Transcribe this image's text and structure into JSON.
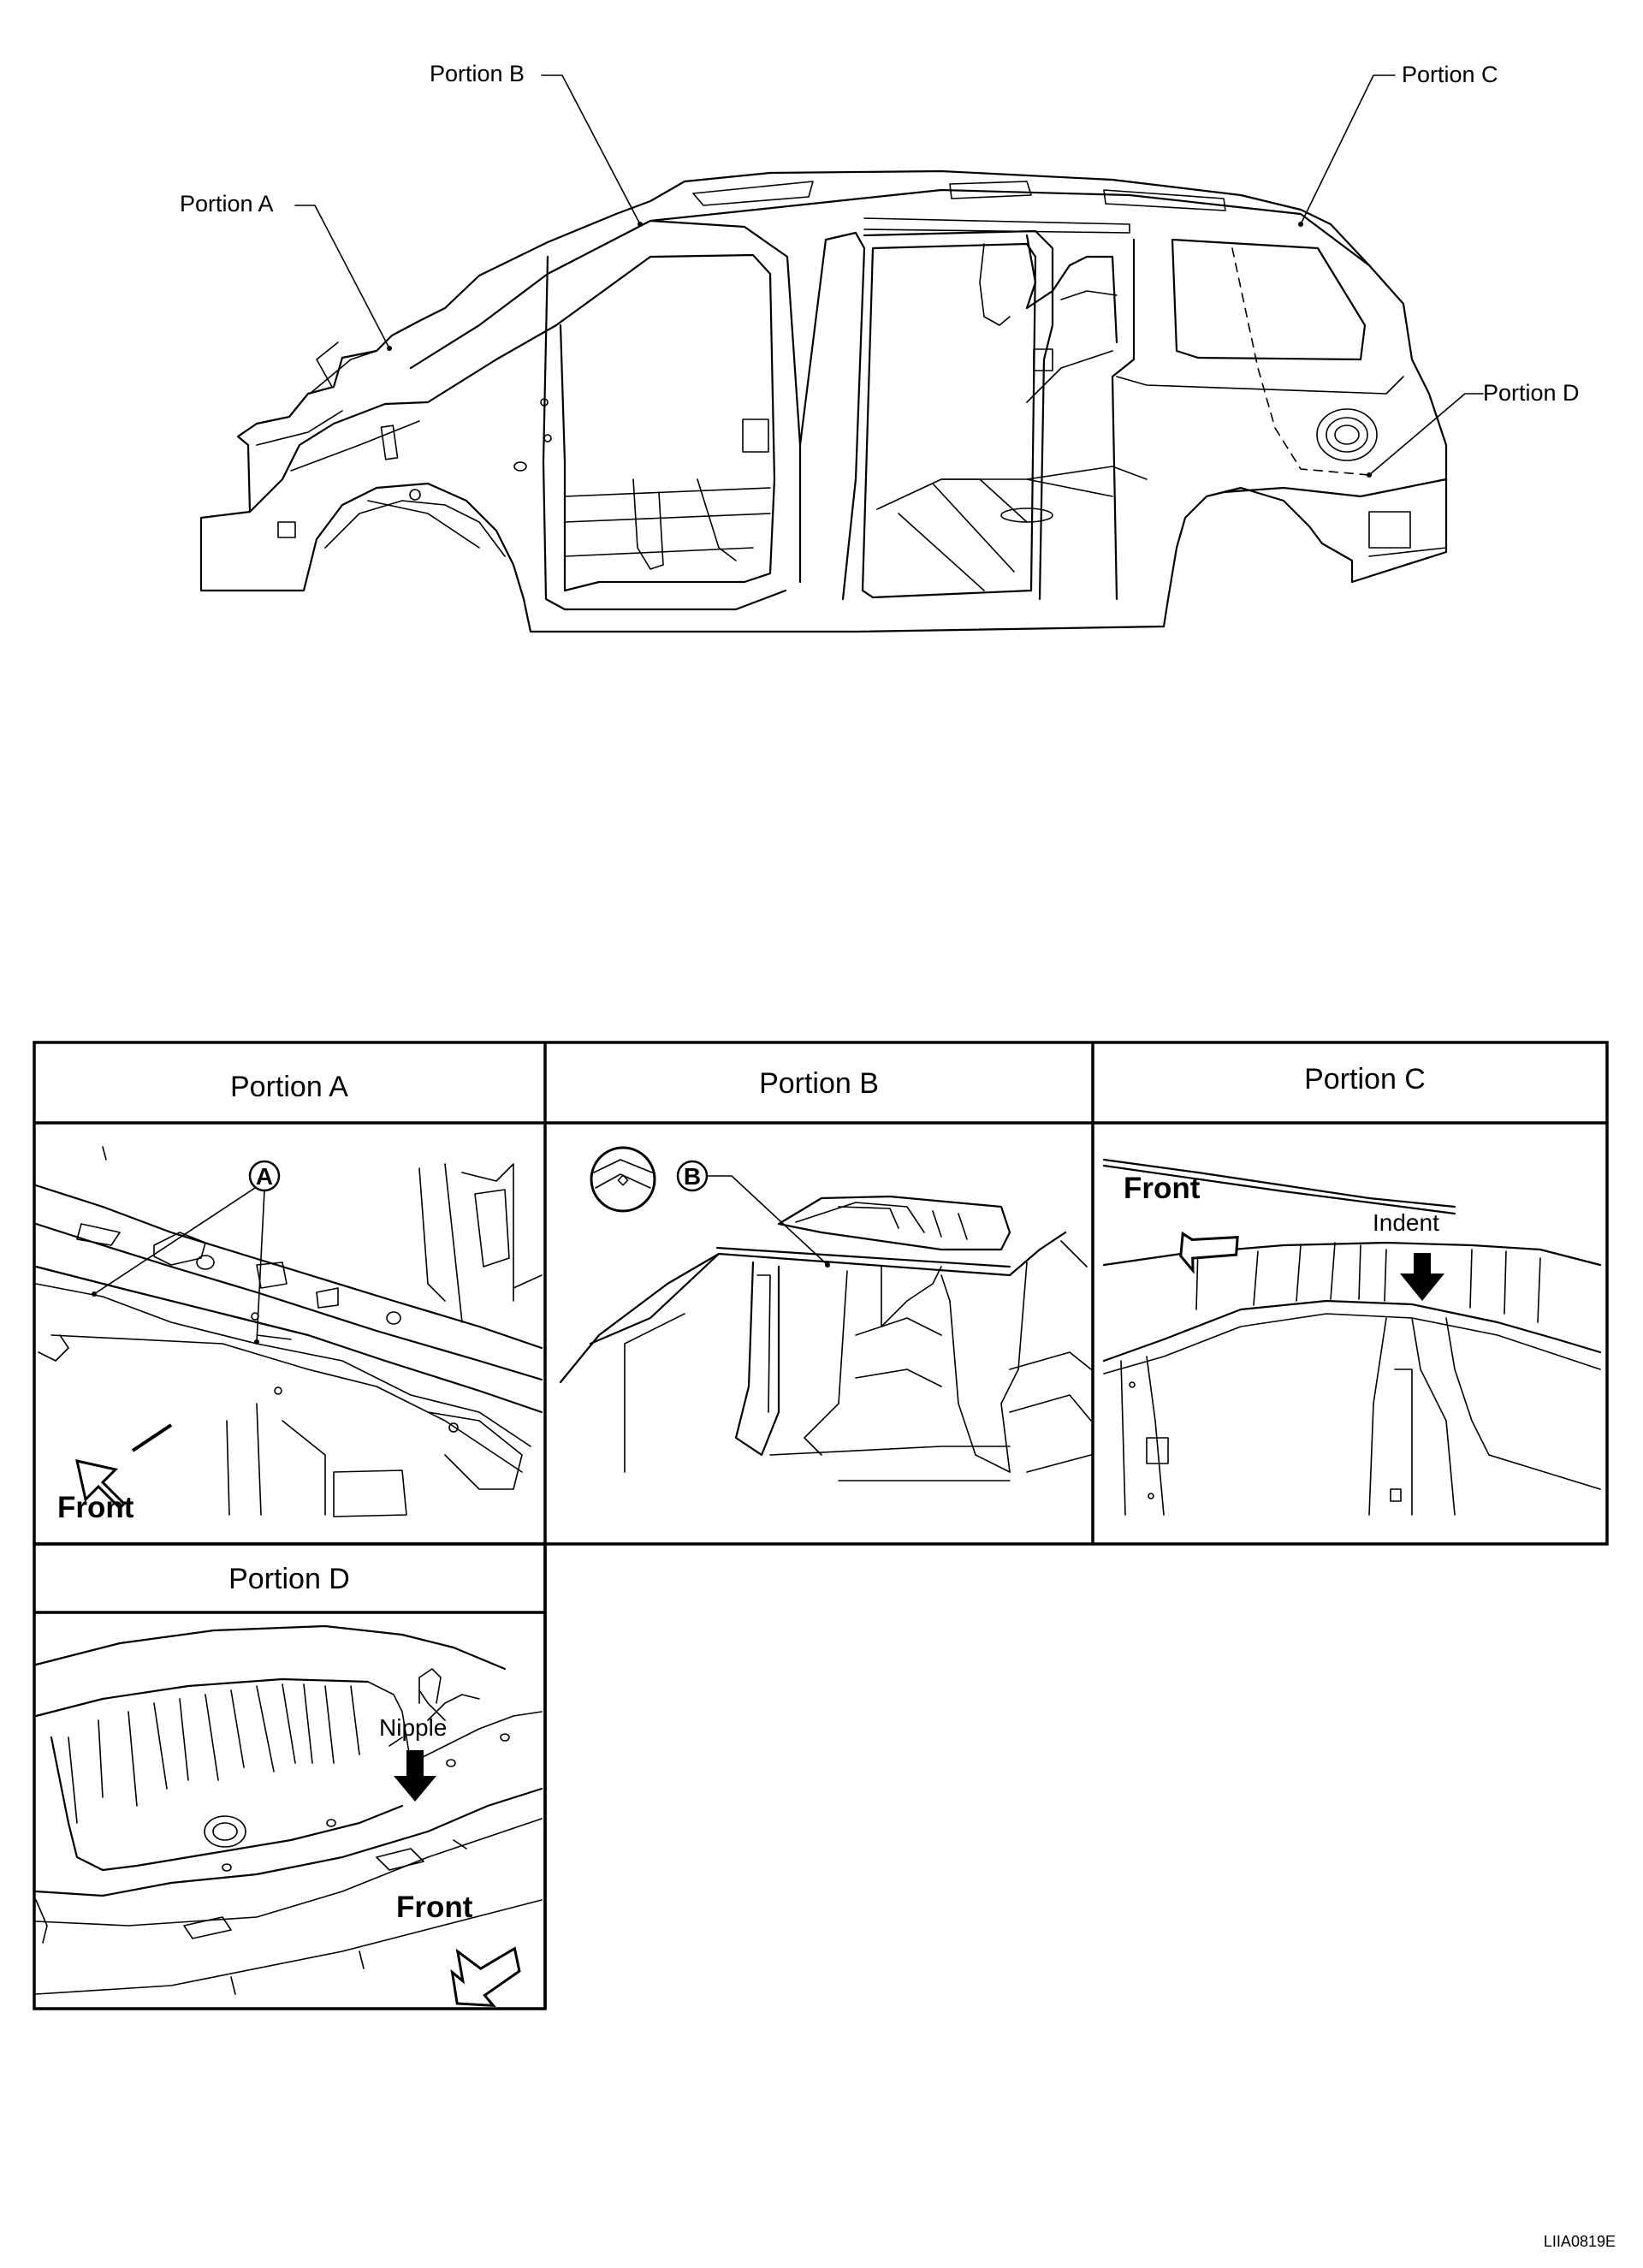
{
  "overview": {
    "callouts": {
      "portion_a": "Portion A",
      "portion_b": "Portion B",
      "portion_c": "Portion C",
      "portion_d": "Portion D"
    }
  },
  "details": {
    "portion_a": {
      "title": "Portion A",
      "marker": "A",
      "direction": "Front"
    },
    "portion_b": {
      "title": "Portion B",
      "marker": "B"
    },
    "portion_c": {
      "title": "Portion C",
      "direction": "Front",
      "note": "Indent"
    },
    "portion_d": {
      "title": "Portion D",
      "direction": "Front",
      "note": "Nipple"
    }
  },
  "figure_code": "LIIA0819E"
}
